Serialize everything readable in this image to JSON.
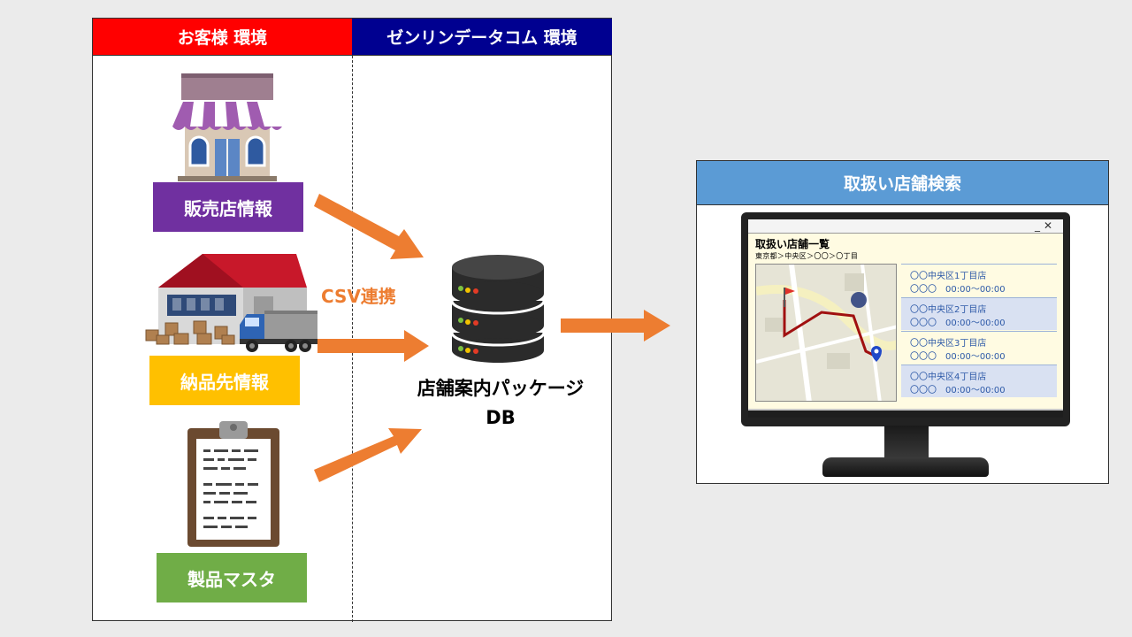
{
  "left_panel": {
    "customer_env": "お客様 環境",
    "zenrin_env": "ゼンリンデータコム 環境"
  },
  "sources": [
    {
      "label": "販売店情報",
      "color": "#7030a0"
    },
    {
      "label": "納品先情報",
      "color": "#ffc000"
    },
    {
      "label": "製品マスタ",
      "color": "#70ad47"
    }
  ],
  "csv_link": "CSV連携",
  "database": {
    "line1": "店舗案内パッケージ",
    "line2": "DB"
  },
  "result_panel": {
    "title": "取扱い店舗検索",
    "screen": {
      "window_controls": {
        "minimize": "_",
        "close": "✕"
      },
      "title": "取扱い店舗一覧",
      "breadcrumb": "東京都＞中央区＞〇〇＞〇丁目",
      "stores": [
        {
          "name": "〇〇中央区1丁目店",
          "hours": "〇〇〇　00:00〜00:00"
        },
        {
          "name": "〇〇中央区2丁目店",
          "hours": "〇〇〇　00:00〜00:00"
        },
        {
          "name": "〇〇中央区3丁目店",
          "hours": "〇〇〇　00:00〜00:00"
        },
        {
          "name": "〇〇中央区4丁目店",
          "hours": "〇〇〇　00:00〜00:00"
        }
      ]
    }
  },
  "colors": {
    "customer_header": "#ff0000",
    "zenrin_header": "#000090",
    "arrow": "#ed7d31",
    "result_header": "#5b9bd5",
    "route": "#a01010"
  },
  "icons": [
    "store-icon",
    "warehouse-icon",
    "delivery-truck-icon",
    "clipboard-icon",
    "database-icon",
    "monitor-icon",
    "map-flag-icon",
    "map-pin-icon"
  ]
}
